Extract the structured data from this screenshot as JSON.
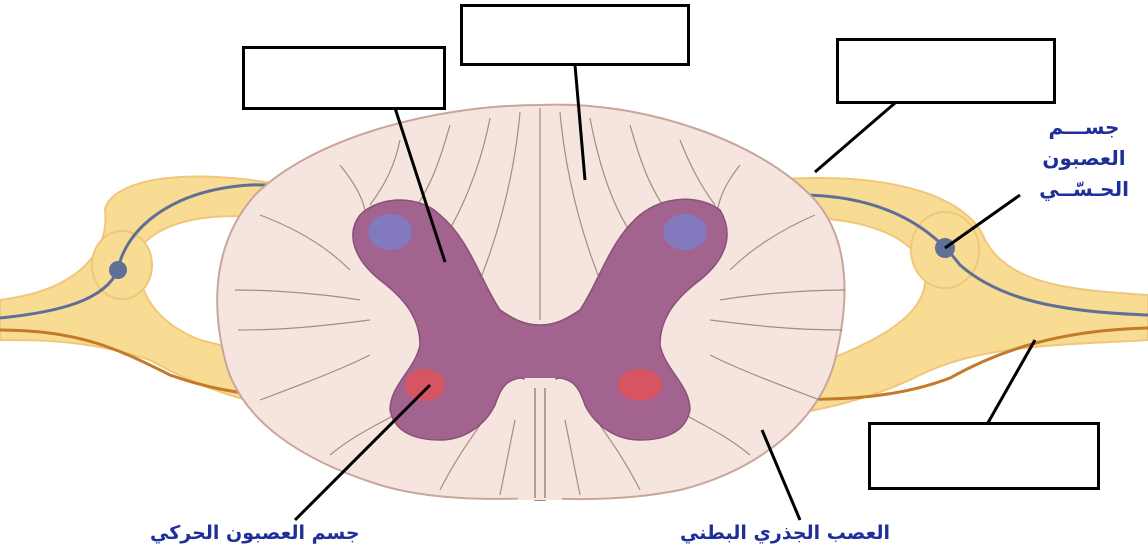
{
  "blank_boxes": [
    "",
    "",
    "",
    ""
  ],
  "labels": {
    "sensory_neuron_body": [
      "جســـم",
      "العصبون",
      "الحـسّــي"
    ],
    "motor_neuron_body": "جسم العصبون الحركي",
    "ventral_root_nerve": "العصب الجذري البطني"
  },
  "colors": {
    "white_matter": "#f6e4de",
    "white_matter_lines": "#8a6f66",
    "gray_matter": "#a2648f",
    "nerve_sheath": "#f9dc94",
    "sensory_fiber": "#5f6f96",
    "motor_fiber": "#c47a26",
    "motor_nucleus": "#e0525a",
    "sensory_nucleus": "#7e7bc3",
    "label_text": "#1f2f9a"
  }
}
